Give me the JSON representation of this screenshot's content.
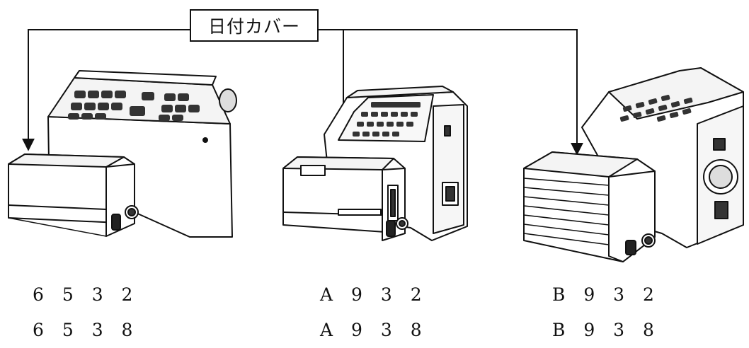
{
  "callout": {
    "label": "日付カバー"
  },
  "models": [
    {
      "id": "printer-1",
      "numbers": [
        "6 5 3 2",
        "6 5 3 8"
      ]
    },
    {
      "id": "printer-2",
      "numbers": [
        "A 9 3 2",
        "A 9 3 8"
      ]
    },
    {
      "id": "printer-3",
      "numbers": [
        "B 9 3 2",
        "B 9 3 8"
      ]
    }
  ],
  "colors": {
    "ink": "#111111",
    "paper": "#ffffff",
    "shade": "#e8e8e8",
    "dark": "#333333"
  }
}
